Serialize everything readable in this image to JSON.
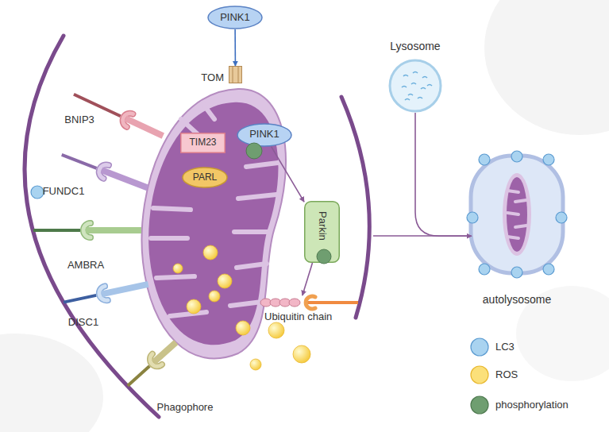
{
  "diagram": {
    "nodes": [
      {
        "text": [
          "PINK1"
        ]
      },
      {
        "text": [
          "TOM"
        ]
      },
      {
        "text": [
          "TIM23"
        ]
      },
      {
        "text": [
          "PARL"
        ]
      },
      {
        "text": [
          "PINK1"
        ]
      },
      {
        "text": [
          "Parkin"
        ]
      },
      {
        "text": [
          "Ubiquitin chain"
        ]
      },
      {
        "text": [
          "Lysosome"
        ]
      },
      {
        "text": [
          "autolysosome"
        ]
      }
    ],
    "edges": [
      {
        "from": 0,
        "to": 1,
        "arrow": "to"
      },
      {
        "from": 4,
        "to": 5,
        "arrow": "to"
      },
      {
        "from": 5,
        "to": 6,
        "arrow": "to"
      },
      {
        "from": 7,
        "to": 8,
        "arrow": "to"
      }
    ],
    "labels": [
      "BNIP3",
      "FUNDC1",
      "AMBRA",
      "DISC1",
      "Phagophore"
    ],
    "legend": [
      {
        "text": "LC3",
        "color": "#a9d3f0"
      },
      {
        "text": "ROS",
        "color": "#fbe07a"
      },
      {
        "text": "phosphorylation",
        "color": "#6f9e70"
      }
    ]
  }
}
